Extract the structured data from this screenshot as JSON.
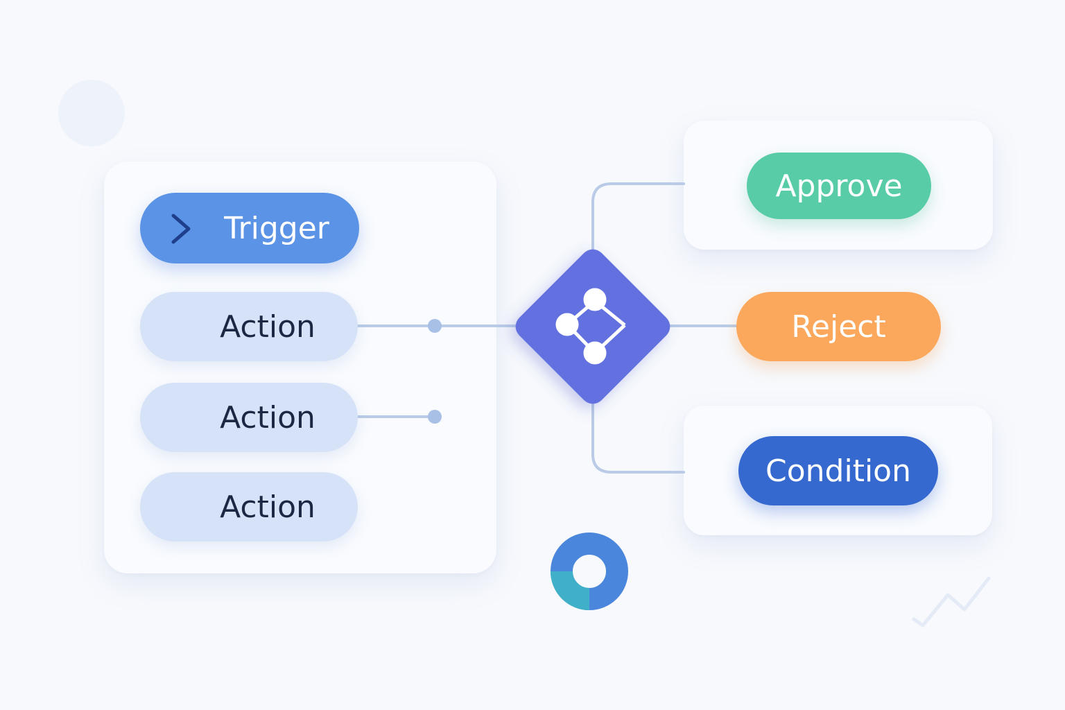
{
  "diagram": {
    "trigger": {
      "label": "Trigger",
      "icon": "chevron-right-icon"
    },
    "actions": [
      {
        "label": "Action"
      },
      {
        "label": "Action"
      },
      {
        "label": "Action"
      }
    ],
    "decision": {
      "icon": "branch-nodes-icon",
      "color": "#6470e0"
    },
    "outcomes": {
      "approve": {
        "label": "Approve",
        "color": "#57cca7"
      },
      "reject": {
        "label": "Reject",
        "color": "#fba85c"
      },
      "condition": {
        "label": "Condition",
        "color": "#3569d0"
      }
    },
    "decorations": {
      "donut": {
        "icon": "donut-chart-icon",
        "colors": [
          "#4a86dc",
          "#3fb0c8"
        ]
      },
      "trend": {
        "icon": "trend-line-icon"
      }
    }
  }
}
